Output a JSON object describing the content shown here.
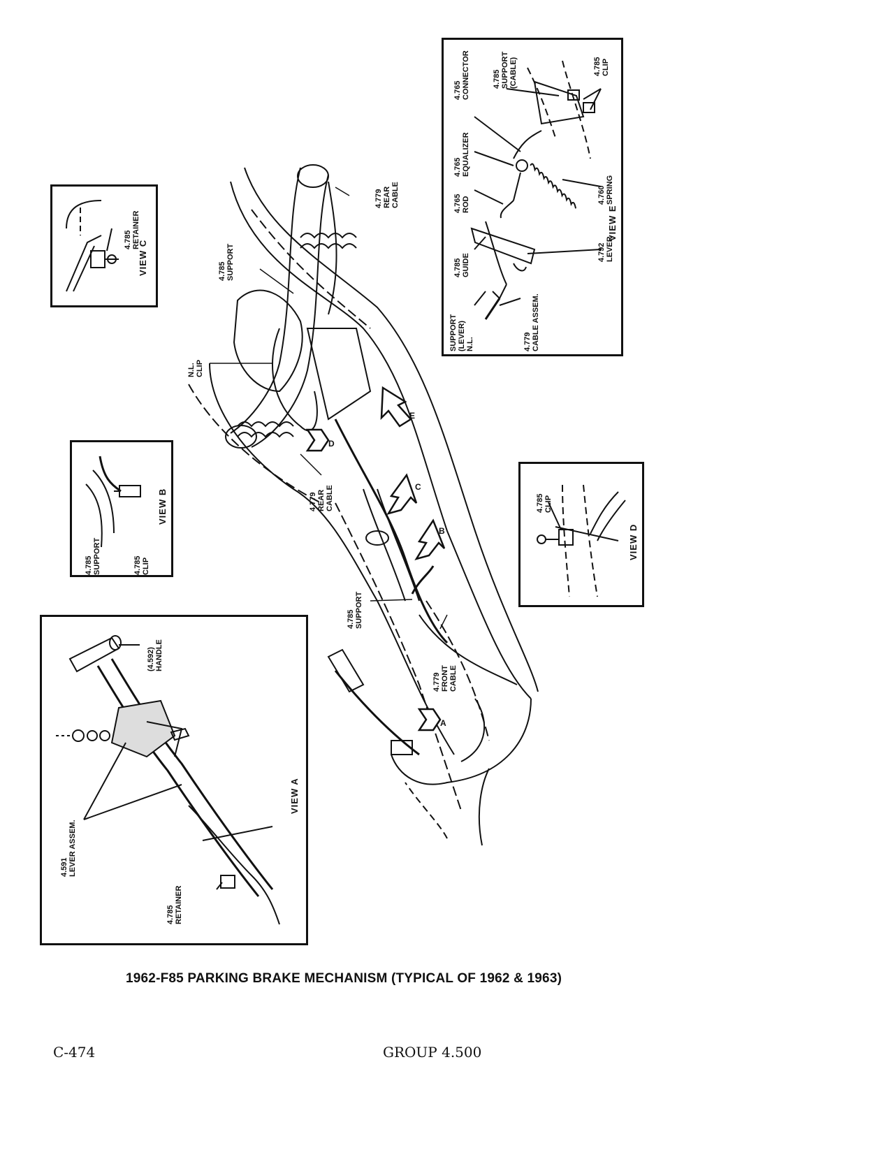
{
  "caption": "1962-F85 PARKING BRAKE MECHANISM (TYPICAL OF 1962 & 1963)",
  "footer": {
    "page_number": "C-474",
    "group": "GROUP 4.500"
  },
  "view_labels": {
    "a": "VIEW A",
    "b": "VIEW B",
    "c": "VIEW C",
    "d": "VIEW D",
    "e": "VIEW E"
  },
  "view_markers": {
    "a": "A",
    "b": "B",
    "c": "C",
    "d": "D",
    "e": "E"
  },
  "main_callouts": {
    "rear_cable_top": "4.779\nREAR\nCABLE",
    "support_top": "4.785\nSUPPORT",
    "nl_clip": "N.L.\nCLIP",
    "rear_cable_mid": "4.779\nREAR\nCABLE",
    "support_bottom": "4.785\nSUPPORT",
    "front_cable": "4.779\nFRONT\nCABLE"
  },
  "view_a_callouts": {
    "handle": "(4.592)\nHANDLE",
    "lever_assem": "4.591\nLEVER ASSEM.",
    "retainer": "4.785\nRETAINER"
  },
  "view_b_callouts": {
    "support": "4.785\nSUPPORT",
    "clip": "4.785\nCLIP"
  },
  "view_c_callouts": {
    "retainer": "4.785\nRETAINER"
  },
  "view_d_callouts": {
    "clip": "4.785\nCLIP"
  },
  "view_e_callouts": {
    "connector": "4.765\nCONNECTOR",
    "support_cable": "4.785\nSUPPORT\n(CABLE)",
    "clip": "4.785\nCLIP",
    "equalizer": "4.765\nEQUALIZER",
    "spring": "4.760\nSPRING",
    "rod": "4.765\nROD",
    "guide": "4.785\nGUIDE",
    "lever": "4.792\nLEVER",
    "support_lever": "SUPPORT\n(LEVER)\nN.L.",
    "cable_assem": "4.779\nCABLE ASSEM."
  }
}
